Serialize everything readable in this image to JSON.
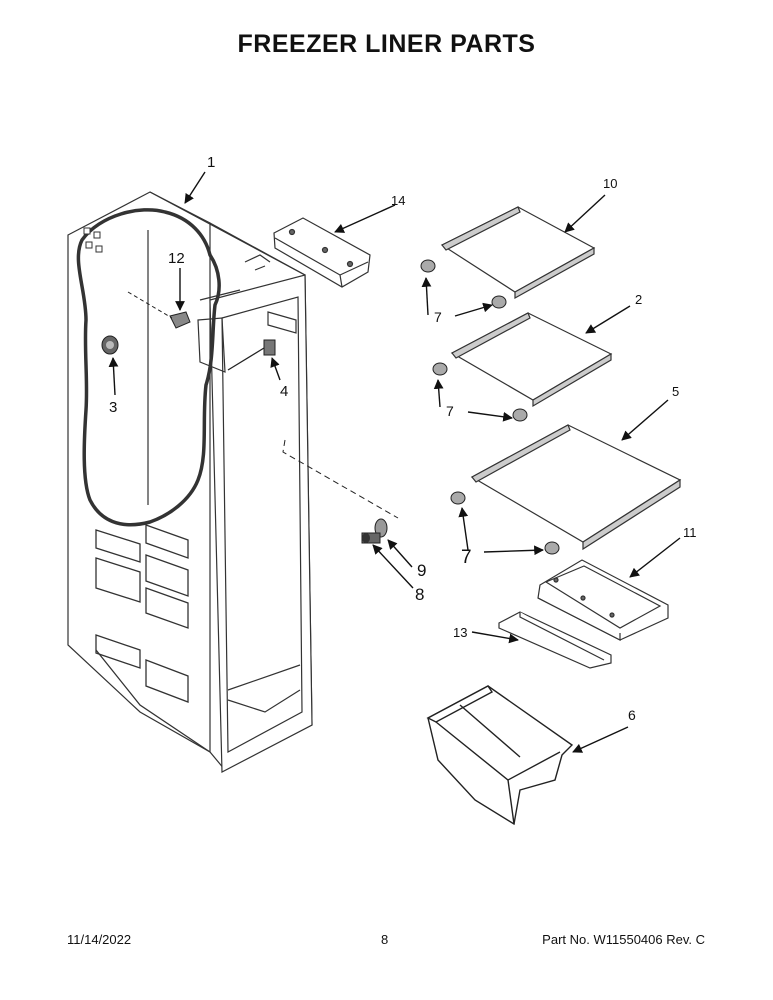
{
  "page": {
    "title": "FREEZER LINER PARTS",
    "date": "11/14/2022",
    "page_number": "8",
    "part_info": "Part No.  W11550406  Rev.  C"
  },
  "callouts": {
    "c1": "1",
    "c2": "2",
    "c3": "3",
    "c4": "4",
    "c5": "5",
    "c6": "6",
    "c7a": "7",
    "c7b": "7",
    "c7c": "7",
    "c8": "8",
    "c9": "9",
    "c10": "10",
    "c11": "11",
    "c12": "12",
    "c13": "13",
    "c14": "14"
  }
}
